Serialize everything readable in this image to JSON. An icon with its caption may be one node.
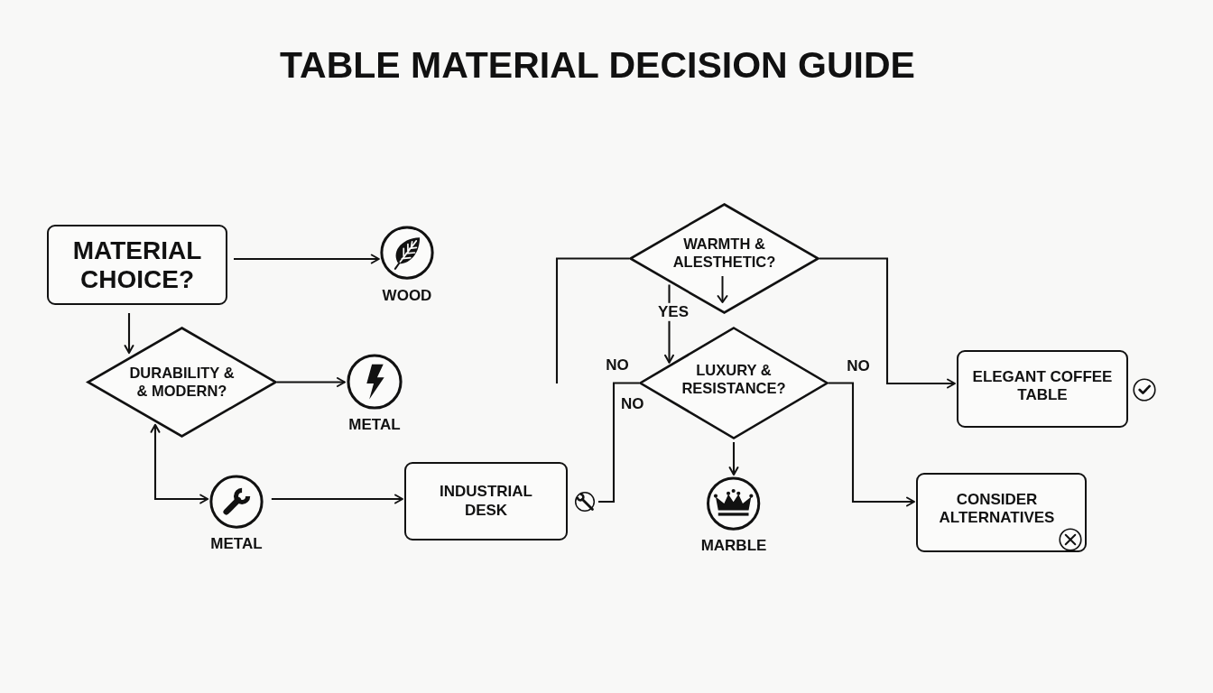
{
  "diagram": {
    "title": "TABLE MATERIAL DECISION GUIDE",
    "nodes": [
      {
        "text": [
          "MATERIAL CHOICE?"
        ]
      },
      {
        "text": [
          "WOOD"
        ]
      },
      {
        "text": [
          "DURABILITY & & MODERN?"
        ]
      },
      {
        "text": [
          "METAL"
        ]
      },
      {
        "text": [
          "METAL"
        ]
      },
      {
        "text": [
          "INDUSTRIAL DESK"
        ]
      },
      {
        "text": [
          "WARMTH & ALESTHETIC?"
        ]
      },
      {
        "text": [
          "LUXURY & RESISTANCE?"
        ]
      },
      {
        "text": [
          "MARBLE"
        ]
      },
      {
        "text": [
          "ELEGANT COFFEE TABLE"
        ]
      },
      {
        "text": [
          "CONSIDER ALTERNATIVES"
        ]
      }
    ],
    "edges": [
      {
        "from": 0,
        "to": 1,
        "arrow": "to"
      },
      {
        "from": 0,
        "to": 2,
        "arrow": "to"
      },
      {
        "from": 2,
        "to": 3,
        "arrow": "to"
      },
      {
        "from": 2,
        "to": 4,
        "arrow": "both"
      },
      {
        "from": 4,
        "to": 5,
        "arrow": "to"
      },
      {
        "from": 7,
        "to": 5,
        "arrow": "none",
        "label": "NO"
      },
      {
        "from": 6,
        "to": 9,
        "arrow": "to"
      },
      {
        "from": 6,
        "to": 7,
        "arrow": "to",
        "label": "YES"
      },
      {
        "from": 7,
        "to": 10,
        "arrow": "to",
        "label": "NO"
      },
      {
        "from": 7,
        "to": 8,
        "arrow": "to"
      },
      {
        "from": 6,
        "to": null,
        "arrow": "none"
      }
    ],
    "labels": [
      "NO"
    ]
  }
}
